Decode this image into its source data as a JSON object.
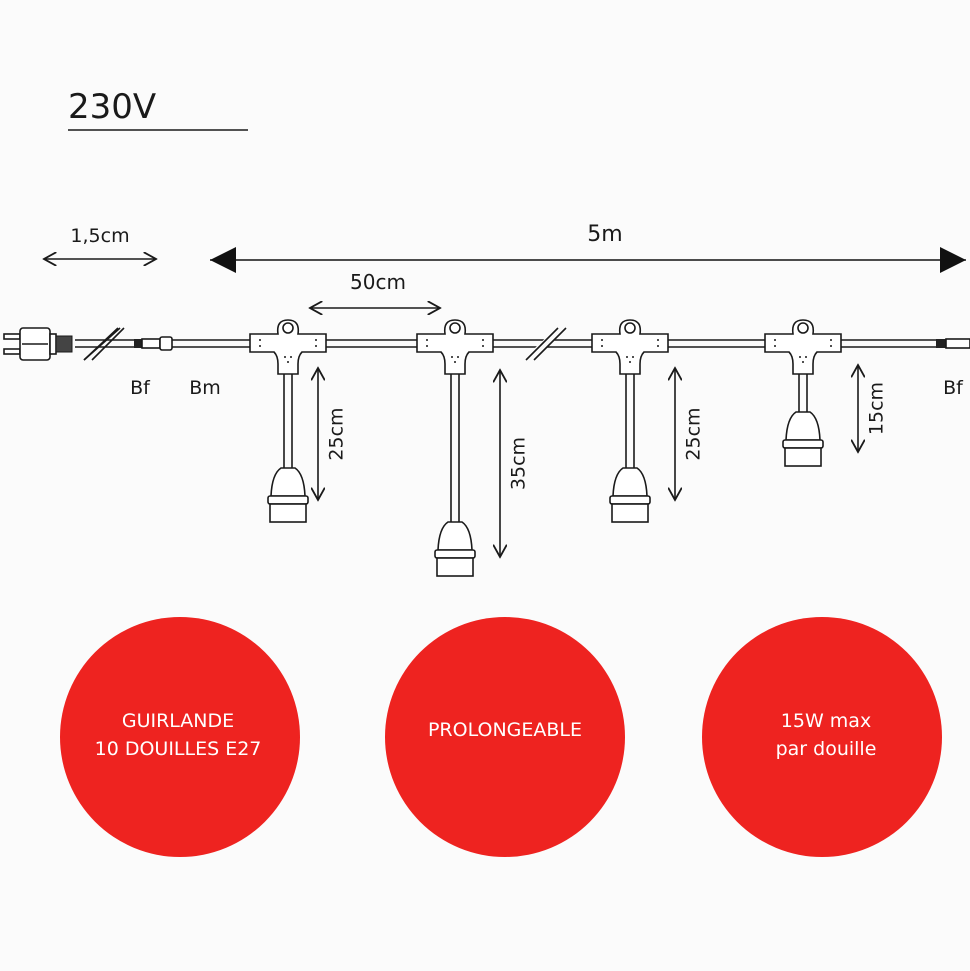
{
  "voltage": "230V",
  "dimensions": {
    "plug_cable": "1,5cm",
    "total_length": "5m",
    "spacing": "50cm",
    "drops": [
      "25cm",
      "35cm",
      "25cm",
      "15cm"
    ]
  },
  "connectors": {
    "left_female": "Bf",
    "male": "Bm",
    "right_female": "Bf"
  },
  "badges": [
    {
      "lines": [
        "GUIRLANDE",
        "10 DOUILLES E27"
      ]
    },
    {
      "lines": [
        "PROLONGEABLE"
      ]
    },
    {
      "lines": [
        "15W max",
        "par douille"
      ]
    }
  ],
  "colors": {
    "badge": "#ee2320",
    "line": "#1a1a1a"
  }
}
